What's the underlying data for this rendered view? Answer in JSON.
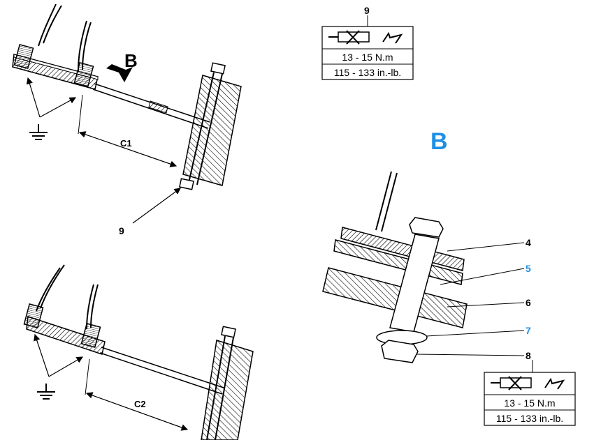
{
  "top_spec": {
    "ref": "9",
    "torque_nm": "13 - 15 N.m",
    "torque_inlb": "115 - 133 in.-lb."
  },
  "bottom_spec": {
    "torque_nm": "13 - 15 N.m",
    "torque_inlb": "115 - 133 in.-lb."
  },
  "view_arrow_label": "B",
  "detail_title": "B",
  "dimensions": {
    "c1": "C1",
    "c2": "C2"
  },
  "callouts": {
    "nut_upper": "9",
    "p4": "4",
    "p5": "5",
    "p6": "6",
    "p7": "7",
    "p8": "8"
  },
  "colors": {
    "blue_label": "#1f8fe5",
    "ink": "#000000"
  },
  "icons": [
    "no-impact-tool-icon",
    "torque-wrench-icon",
    "ground-icon"
  ]
}
